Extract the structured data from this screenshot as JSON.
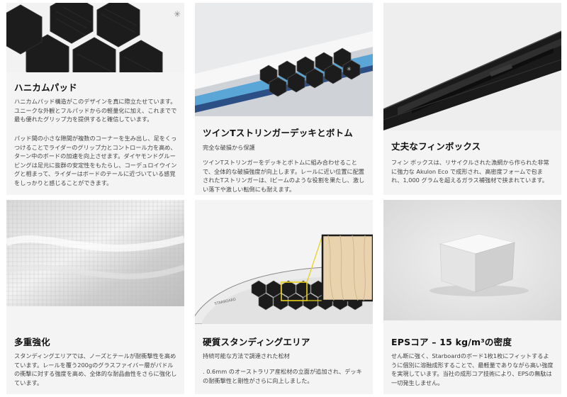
{
  "cards": [
    {
      "title": "ハニカムパッド",
      "paragraphs": [
        "ハニカムパッド構造がこのデザインを真に際立たせています。ユニークな外観とフルパッドからの軽量化に加え、これまでで最も優れたグリップ力を提供すると確信しています。",
        "パッド間の小さな隙間が複数のコーナーを生み出し、足をくっつけることでライダーのグリップ力とコントロール力を高め、ターン中のボードの加速を向上させます。ダイヤモンドグルービングは足元に抜群の安定性をもたらし、コーデュロイウイングと相まって、ライダーはボードのテールに近づいている感覚をしっかりと感じることができます。"
      ]
    },
    {
      "title": "ツインTストリンガーデッキとボトム",
      "paragraphs": [
        "完全な破損から保護",
        "ツインTストリンガーをデッキとボトムに組み合わせることで、全体的な破損強度が向上します。レールに近い位置に配置されたTストリンガーは、Iビームのような役割を果たし、激しい落下や激しい転倒にも耐えます。"
      ]
    },
    {
      "title": "丈夫なフィンボックス",
      "paragraphs": [
        "フィン ボックスは、リサイクルされた漁網から作られた非常に強力な Akulon Eco で成形され、高密度フォームで包まれ、1,000 グラムを超えるガラス補強材で挟まれています。"
      ]
    },
    {
      "title": "多重強化",
      "paragraphs": [
        "スタンディングエリアでは、ノーズとテールが耐衝撃性を高めています。レールを覆う200gのグラスファイバー層がパドルの衝撃に対する強度を高め、全体的な耐品曲性をさらに強化しています。"
      ]
    },
    {
      "title": "硬質スタンディングエリア",
      "paragraphs": [
        "持続可能な方法で調達された松材",
        ". 0.6mm のオーストラリア産松材の立面が追加され、デッキの耐衝撃性と剛性がさらに向上しました。"
      ]
    },
    {
      "title": "EPSコア – 15 kg/m³の密度",
      "paragraphs": [
        "せん断に強く、Starboardのボード1枚1枚にフィットするように個別に溶融成形することで、最軽量でありながら高い強度を実現しています。当社の成形コア技術により、EPSの無駄は一切発生しません。"
      ]
    }
  ],
  "colors": {
    "card_bg": "#f4f4f4",
    "title": "#111111",
    "body": "#444444",
    "accent_yellow": "#e8d21a",
    "pad_black": "#1c1c1c"
  }
}
